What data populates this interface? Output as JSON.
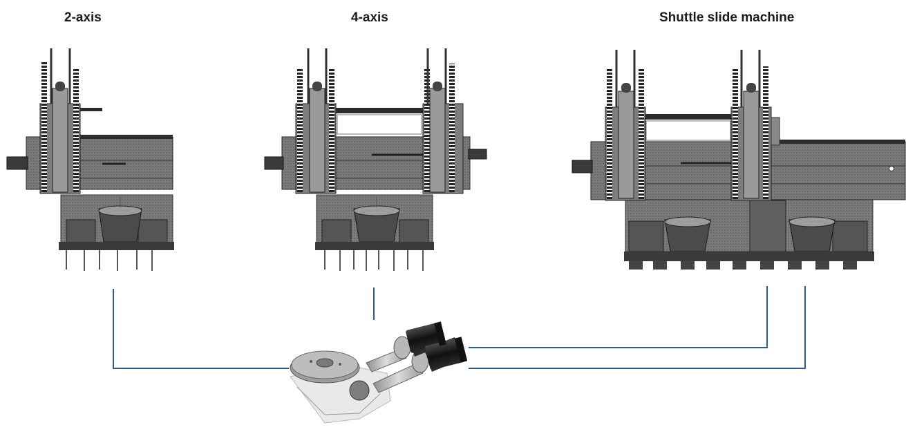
{
  "labels": {
    "two_axis": "2-axis",
    "four_axis": "4-axis",
    "shuttle": "Shuttle slide machine"
  },
  "colors": {
    "connector": "#2f5a8c",
    "machine_body": "#6f6f6f",
    "machine_dark": "#2b2b2b",
    "machine_light": "#b4b4b4"
  },
  "icons": [
    "gantry-machine-2axis",
    "gantry-machine-4axis",
    "gantry-machine-shuttle",
    "rotary-table-drive-unit"
  ]
}
